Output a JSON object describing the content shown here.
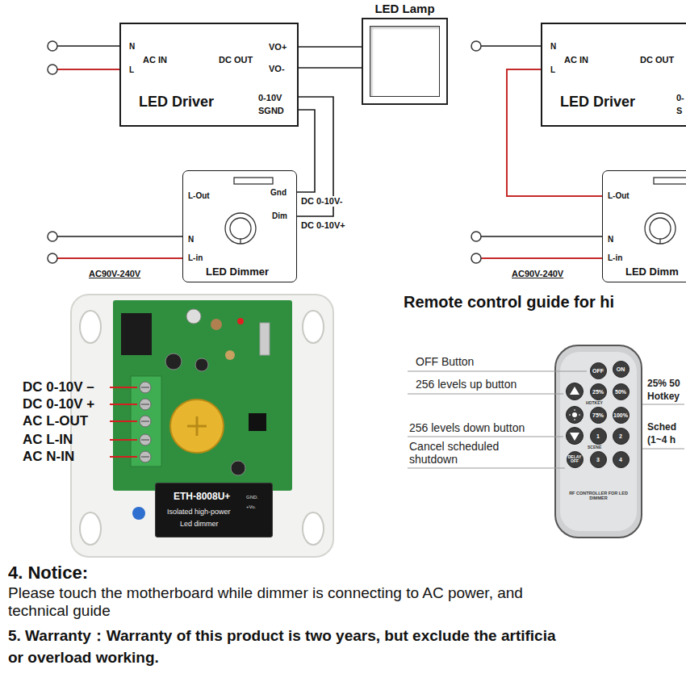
{
  "diagram": {
    "nodes": [
      {
        "text": [
          "N",
          "L",
          "AC IN",
          "DC OUT",
          "VO+",
          "VO-",
          "LED Driver",
          "0-10V",
          "SGND"
        ]
      },
      {
        "text": [
          "LED Lamp"
        ]
      },
      {
        "text": [
          "N",
          "L",
          "AC IN",
          "DC OUT",
          "LED Driver",
          "0-",
          "S"
        ]
      },
      {
        "text": [
          "L-Out",
          "Gnd",
          "Dim",
          "N",
          "L-in",
          "LED Dimmer"
        ]
      },
      {
        "text": [
          "L-Out",
          "N",
          "L-in",
          "LED Dimm"
        ]
      },
      {
        "text": [
          "ETH-8008U+",
          "Isolated high-power",
          "Led dimmer",
          "GND.",
          "+Vo."
        ]
      },
      {
        "text": [
          "HOTKEY",
          "SCENE",
          "RF CONTROLLER FOR LED DIMMER"
        ]
      },
      {
        "text": [
          "OFF"
        ],
        "in": 6
      },
      {
        "text": [
          "ON"
        ],
        "in": 6
      },
      {
        "text": [
          "25%"
        ],
        "in": 6
      },
      {
        "text": [
          "50%"
        ],
        "in": 6
      },
      {
        "text": [
          "75%"
        ],
        "in": 6
      },
      {
        "text": [
          "100%"
        ],
        "in": 6
      },
      {
        "text": [
          "1"
        ],
        "in": 6
      },
      {
        "text": [
          "2"
        ],
        "in": 6
      },
      {
        "text": [
          "DELAY OFF"
        ],
        "in": 6
      },
      {
        "text": [
          "3"
        ],
        "in": 6
      },
      {
        "text": [
          "4"
        ],
        "in": 6
      }
    ],
    "edges": [
      {
        "from": 0,
        "to": 1,
        "arrow": "none"
      },
      {
        "from": 0,
        "to": 1,
        "arrow": "none"
      },
      {
        "from": 0,
        "to": 3,
        "arrow": "none"
      },
      {
        "from": 0,
        "to": 3,
        "arrow": "none"
      },
      {
        "from": 2,
        "to": 4,
        "arrow": "none"
      }
    ],
    "labels": [
      "DC 0-10V-",
      "DC 0-10V+",
      "AC90V-240V",
      "AC90V-240V",
      "DC 0-10V –",
      "DC 0-10V +",
      "AC L-OUT",
      "AC L-IN",
      "AC N-IN",
      "Remote control guide for hi",
      "OFF Button",
      "256 levels up button",
      "256 levels down button",
      "Cancel scheduled shutdown",
      "25% 50",
      "Hotkey",
      "Sched",
      "(1~4 h",
      "4. Notice:",
      "Please touch the motherboard while dimmer is connecting to AC power, and",
      "technical guide",
      "5. Warranty：Warranty of this product is two years, but exclude the artificia",
      "or overload working."
    ]
  }
}
